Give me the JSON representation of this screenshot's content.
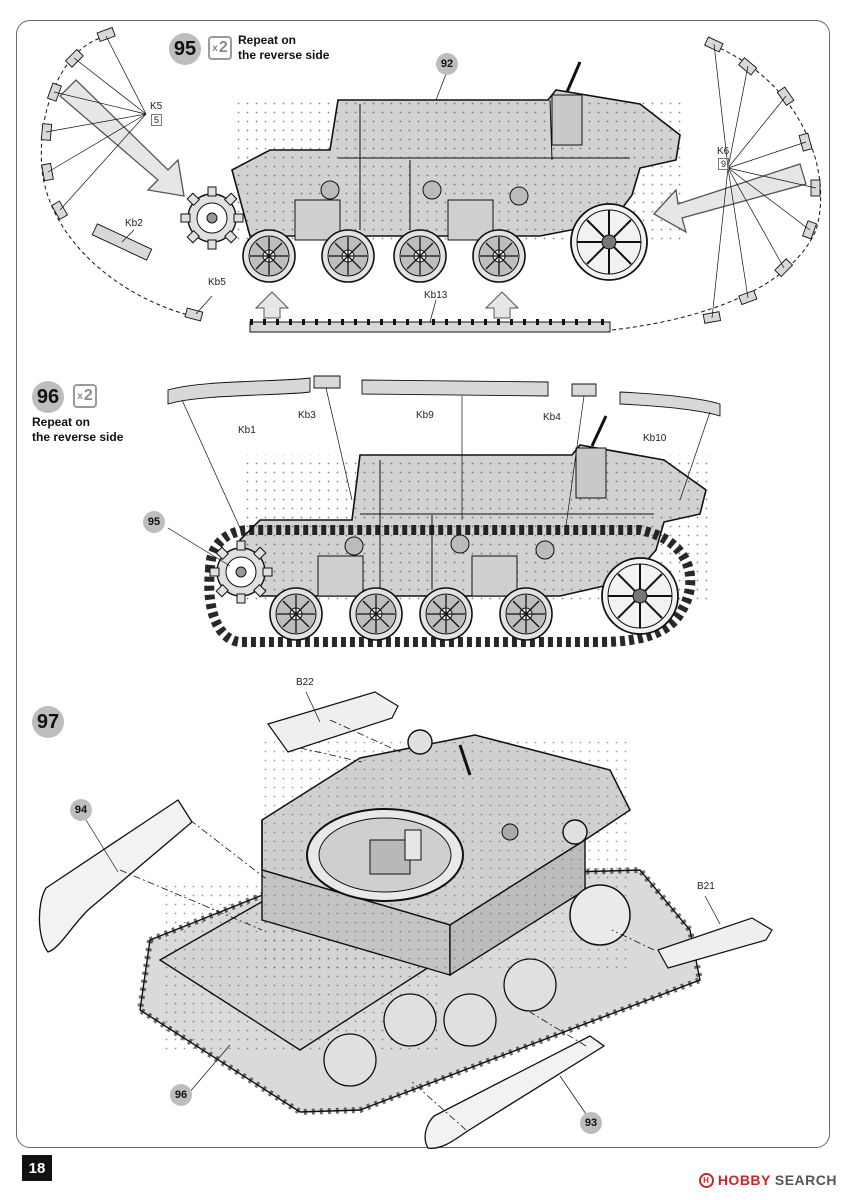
{
  "steps": {
    "s95": {
      "number": "95",
      "repeat": "2",
      "note_line1": "Repeat on",
      "note_line2": "the reverse side"
    },
    "s96": {
      "number": "96",
      "repeat": "2",
      "note_line1": "Repeat on",
      "note_line2": "the reverse side"
    },
    "s97": {
      "number": "97"
    }
  },
  "callouts": [
    "92",
    "95",
    "94",
    "96",
    "93"
  ],
  "labels": {
    "k5": "K5",
    "k5_qty": "5",
    "k6": "K6",
    "k6_qty": "9",
    "kb2": "Kb2",
    "kb5": "Kb5",
    "kb13": "Kb13",
    "kb1": "Kb1",
    "kb3": "Kb3",
    "kb9": "Kb9",
    "kb4": "Kb4",
    "kb10": "Kb10",
    "b22": "B22",
    "b21": "B21"
  },
  "page_number": "18",
  "watermark": {
    "brand": "HOBBY",
    "text": "SEARCH"
  },
  "colors": {
    "hull": "#d2d2d2",
    "outline": "#1a1a1a",
    "arrow": "#e6e6e6",
    "badge": "#bdbdbd"
  }
}
